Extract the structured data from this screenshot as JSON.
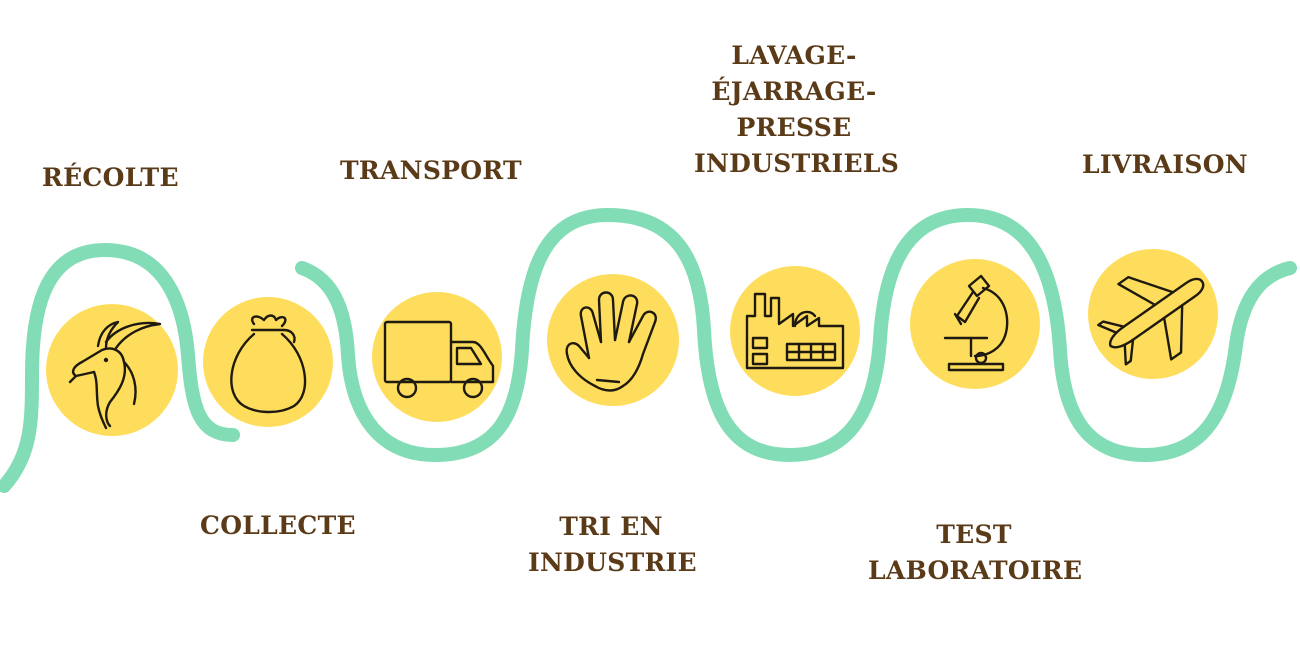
{
  "colors": {
    "wave": "#82ddb6",
    "circle": "#fedd5c",
    "text": "#5a3a17",
    "icon": "#1f1a10"
  },
  "steps": [
    {
      "label_lines": [
        "RÉCOLTE"
      ],
      "icon": "goat-icon"
    },
    {
      "label_lines": [
        "COLLECTE"
      ],
      "icon": "sack-icon"
    },
    {
      "label_lines": [
        "TRANSPORT"
      ],
      "icon": "truck-icon"
    },
    {
      "label_lines": [
        "TRI EN",
        "INDUSTRIE"
      ],
      "icon": "hand-icon"
    },
    {
      "label_lines": [
        "LAVAGE-",
        "ÉJARRAGE-",
        "PRESSE",
        "INDUSTRIELS"
      ],
      "icon": "factory-icon"
    },
    {
      "label_lines": [
        "TEST",
        "LABORATOIRE"
      ],
      "icon": "microscope-icon"
    },
    {
      "label_lines": [
        "LIVRAISON"
      ],
      "icon": "airplane-icon"
    }
  ]
}
